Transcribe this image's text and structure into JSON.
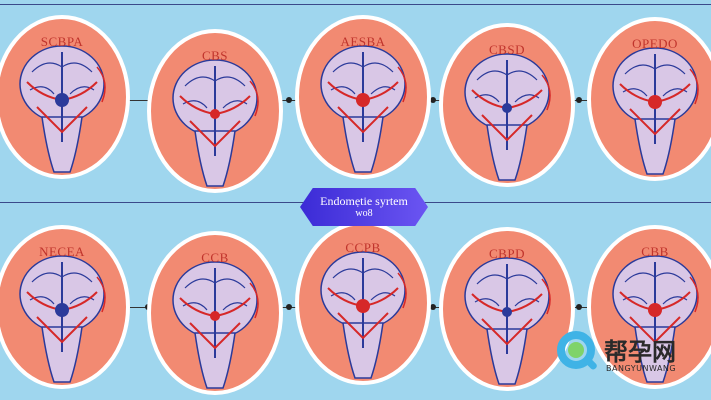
{
  "banner": {
    "line1": "Endomẹtie syrtem",
    "line2": "wo8"
  },
  "top_row": [
    {
      "label": "SCBPA"
    },
    {
      "label": "CBS"
    },
    {
      "label": "AESBA"
    },
    {
      "label": "CBSD"
    },
    {
      "label": "OPEDO"
    }
  ],
  "bottom_row": [
    {
      "label": "NECEA"
    },
    {
      "label": "CCB"
    },
    {
      "label": "CCPB"
    },
    {
      "label": "CBPD"
    },
    {
      "label": "CBB"
    }
  ],
  "watermark": {
    "text": "帮孕网",
    "sub": "BANGYUNWANG"
  },
  "colors": {
    "background": "#9fd6ee",
    "ring": "#f28a72",
    "outline": "#ffffff",
    "brain": "#d9c7e6",
    "vessel_red": "#d62828",
    "vessel_blue": "#2b3a9a",
    "banner": "#4a36e0"
  }
}
